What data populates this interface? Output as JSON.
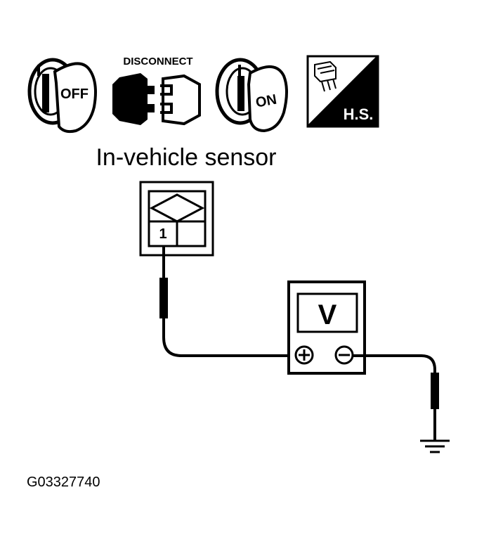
{
  "icons": {
    "key_off": {
      "icon": "ignition-key-off-icon",
      "text": "OFF"
    },
    "disconnect": {
      "icon": "connector-disconnect-icon",
      "text": "DISCONNECT"
    },
    "key_on": {
      "icon": "ignition-key-on-icon",
      "text": "ON"
    },
    "harness_side": {
      "icon": "harness-side-connector-icon",
      "text": "H.S."
    }
  },
  "sensor": {
    "title": "In-vehicle sensor",
    "terminal": "1"
  },
  "meter": {
    "symbol": "V",
    "positive": "+",
    "negative": "−"
  },
  "figure_id": "G03327740",
  "colors": {
    "ink": "#000000",
    "paper": "#ffffff"
  }
}
